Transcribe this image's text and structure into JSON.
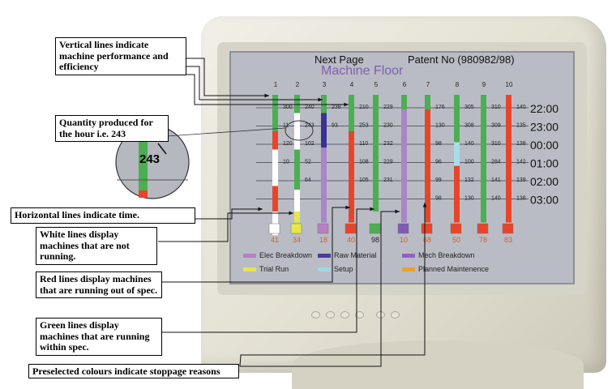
{
  "screen": {
    "next_page": "Next Page",
    "patent": "Patent No (980982/98)",
    "title": "Machine Floor",
    "times": [
      "22:00",
      "23:00",
      "00:00",
      "01:00",
      "02:00",
      "03:00"
    ],
    "columns": [
      {
        "num": "1",
        "segs": [
          [
            "G",
            2
          ],
          [
            "R",
            1
          ],
          [
            "W",
            2
          ],
          [
            "R",
            1.4
          ],
          [
            "W",
            1.3
          ]
        ],
        "vals": [
          "300",
          "11",
          "120",
          "10"
        ],
        "sq_color": "#ffffff",
        "sq_val": "41",
        "sq_text_color": "#e05d1c"
      },
      {
        "num": "2",
        "segs": [
          [
            "G",
            1
          ],
          [
            "W",
            2
          ],
          [
            "G",
            2.2
          ],
          [
            "W",
            1.2
          ],
          [
            "Y",
            0.6
          ]
        ],
        "vals": [
          "240",
          "243",
          "102",
          "52",
          "64"
        ],
        "sq_color": "#e7e64a",
        "sq_val": "34",
        "sq_text_color": "#e05d1c"
      },
      {
        "num": "3",
        "segs": [
          [
            "G",
            1
          ],
          [
            "N",
            1.9
          ],
          [
            "L",
            4.1
          ]
        ],
        "vals": [
          "238",
          "93"
        ],
        "sq_color": "#b77fc4",
        "sq_val": "18",
        "sq_text_color": "#e05d1c"
      },
      {
        "num": "4",
        "segs": [
          [
            "G",
            2
          ],
          [
            "R",
            5
          ]
        ],
        "vals": [
          "210",
          "253",
          "110",
          "108",
          "105"
        ],
        "sq_color": "#e7452a",
        "sq_val": "40",
        "sq_text_color": "#e05d1c"
      },
      {
        "num": "5",
        "segs": [
          [
            "G",
            6.4
          ]
        ],
        "vals": [
          "229",
          "230",
          "232",
          "229",
          "231"
        ],
        "sq_color": "#4cae52",
        "sq_val": "98",
        "sq_text_color": "#222222"
      },
      {
        "num": "6",
        "segs": [
          [
            "G",
            0.8
          ],
          [
            "L",
            6.2
          ]
        ],
        "vals": [],
        "sq_color": "#7e5bb5",
        "sq_val": "10",
        "sq_text_color": "#e05d1c"
      },
      {
        "num": "7",
        "segs": [
          [
            "G",
            0.8
          ],
          [
            "R",
            6.2
          ]
        ],
        "vals": [
          "176",
          "130",
          "98",
          "96",
          "99",
          "98"
        ],
        "sq_color": "#e7452a",
        "sq_val": "68",
        "sq_text_color": "#e05d1c"
      },
      {
        "num": "8",
        "segs": [
          [
            "G",
            2.6
          ],
          [
            "C",
            1.3
          ],
          [
            "R",
            3.1
          ]
        ],
        "vals": [
          "305",
          "308",
          "140",
          "100",
          "132",
          "130"
        ],
        "sq_color": "#e7452a",
        "sq_val": "50",
        "sq_text_color": "#e05d1c"
      },
      {
        "num": "9",
        "segs": [
          [
            "G",
            7
          ]
        ],
        "vals": [
          "310",
          "309",
          "310",
          "284",
          "141",
          "140"
        ],
        "sq_color": "#e7452a",
        "sq_val": "78",
        "sq_text_color": "#e05d1c"
      },
      {
        "num": "10",
        "segs": [
          [
            "R",
            7
          ]
        ],
        "vals": [
          "140",
          "135",
          "138",
          "142",
          "139",
          "138"
        ],
        "sq_color": "#e7452a",
        "sq_val": "83",
        "sq_text_color": "#e05d1c"
      }
    ],
    "legend": [
      {
        "label": "Elec Breakdown",
        "color": "#b77fc4"
      },
      {
        "label": "Raw Material",
        "color": "#4a3c9c"
      },
      {
        "label": "Mech Breakdown",
        "color": "#8e63c0"
      },
      {
        "label": "Trial Run",
        "color": "#e7e64a"
      },
      {
        "label": "Setup",
        "color": "#9fd8e0"
      },
      {
        "label": "Planned Maintenence",
        "color": "#f0a02a"
      }
    ],
    "colors": {
      "G": "#4cae52",
      "R": "#e7452a",
      "W": "#ffffff",
      "Y": "#e7e64a",
      "N": "#3a3290",
      "L": "#a986c7",
      "C": "#a6dde6"
    }
  },
  "callouts": {
    "vertical": "Vertical lines indicate machine performance and efficiency",
    "quantity": "Quantity produced for the hour i.e. 243",
    "lens_value": "243",
    "horizontal": "Horizontal lines indicate time.",
    "white": "White lines display machines that are not running.",
    "red": "Red lines display machines that are running out of spec.",
    "green": "Green lines display machines that are running within spec.",
    "colours": "Preselected colours indicate stoppage reasons"
  }
}
